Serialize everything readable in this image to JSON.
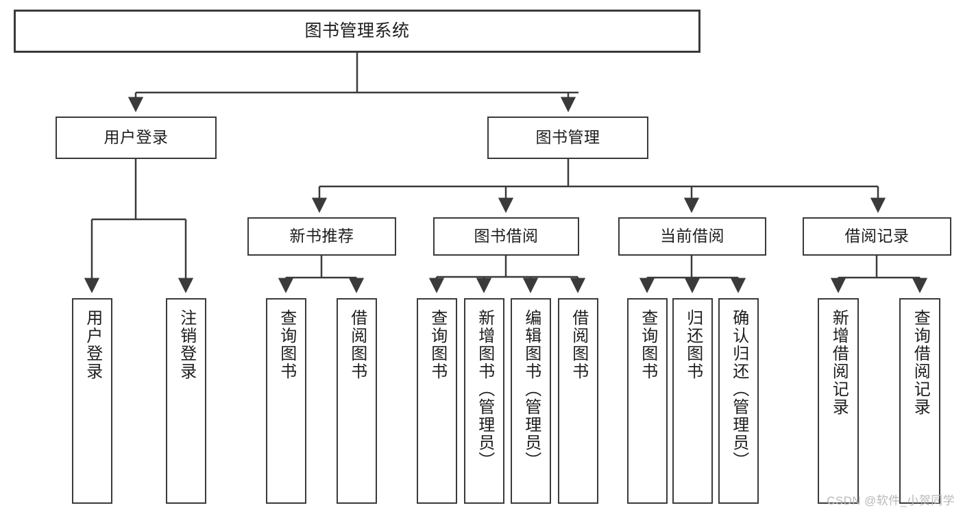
{
  "diagram": {
    "title": "图书管理系统",
    "type": "tree-hierarchy-diagram",
    "nodes": {
      "root": {
        "label": "图书管理系统"
      },
      "level1": [
        {
          "id": "user-login",
          "label": "用户登录"
        },
        {
          "id": "book-management",
          "label": "图书管理"
        }
      ],
      "level2": [
        {
          "id": "new-book-recommend",
          "label": "新书推荐",
          "parent": "book-management"
        },
        {
          "id": "book-borrow",
          "label": "图书借阅",
          "parent": "book-management"
        },
        {
          "id": "current-borrow",
          "label": "当前借阅",
          "parent": "book-management"
        },
        {
          "id": "borrow-record",
          "label": "借阅记录",
          "parent": "book-management"
        }
      ],
      "leaves": [
        {
          "id": "leaf-user-login",
          "label": "用户登录",
          "parent": "user-login"
        },
        {
          "id": "leaf-logout-login",
          "label": "注销登录",
          "parent": "user-login"
        },
        {
          "id": "leaf-query-books-1",
          "label": "查询图书",
          "parent": "new-book-recommend"
        },
        {
          "id": "leaf-borrow-books-1",
          "label": "借阅图书",
          "parent": "new-book-recommend"
        },
        {
          "id": "leaf-query-books-2",
          "label": "查询图书",
          "parent": "book-borrow"
        },
        {
          "id": "leaf-add-book",
          "label": "新增图书（管理员）",
          "parent": "book-borrow"
        },
        {
          "id": "leaf-edit-book",
          "label": "编辑图书（管理员）",
          "parent": "book-borrow"
        },
        {
          "id": "leaf-borrow-books-2",
          "label": "借阅图书",
          "parent": "book-borrow"
        },
        {
          "id": "leaf-query-books-3",
          "label": "查询图书",
          "parent": "current-borrow"
        },
        {
          "id": "leaf-return-book",
          "label": "归还图书",
          "parent": "current-borrow"
        },
        {
          "id": "leaf-confirm-return",
          "label": "确认归还（管理员）",
          "parent": "current-borrow"
        },
        {
          "id": "leaf-add-record",
          "label": "新增借阅记录",
          "parent": "borrow-record"
        },
        {
          "id": "leaf-query-record",
          "label": "查询借阅记录",
          "parent": "borrow-record"
        }
      ]
    },
    "watermark": "CSDN @软件_小贺同学",
    "colors": {
      "stroke": "#3a3a3a",
      "background": "#ffffff",
      "text": "#1d1d1d",
      "watermark": "#b9b9b9"
    }
  }
}
